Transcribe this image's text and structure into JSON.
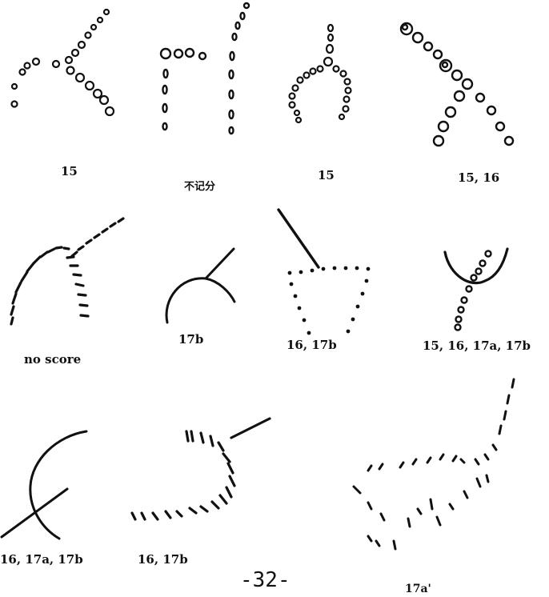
{
  "figures": [
    {
      "score": "15"
    },
    {
      "score": "不记分"
    },
    {
      "score": "15"
    },
    {
      "score": "15, 16"
    },
    {
      "score": "no score"
    },
    {
      "score": "17b"
    },
    {
      "score": "16, 17b"
    },
    {
      "score": "15, 16, 17a, 17b"
    },
    {
      "score": "16, 17a, 17b"
    },
    {
      "score": "16, 17b"
    },
    {
      "score": "17a'"
    }
  ],
  "page_number": "-32-"
}
